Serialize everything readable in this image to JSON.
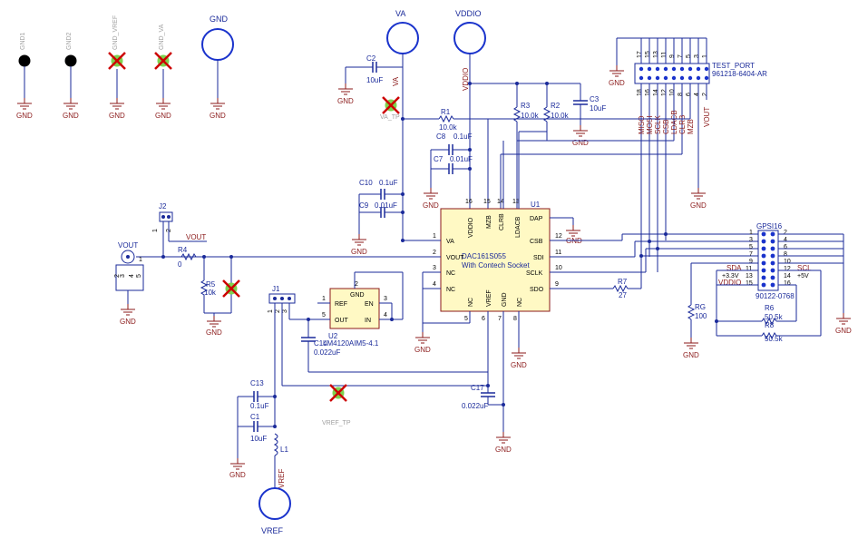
{
  "power_ports": [
    "GND",
    "VA",
    "VDDIO",
    "VREF"
  ],
  "test_points": [
    "GND1",
    "GND2",
    "GND_VREF",
    "GND_VA",
    "VA_TP",
    "VREF_TP"
  ],
  "gnd_label": "GND",
  "u1": {
    "ref": "U1",
    "name": "DAC161S055",
    "note": "With Contech Socket",
    "pins_left": [
      [
        "1",
        "VA"
      ],
      [
        "2",
        "VOUT"
      ],
      [
        "3",
        "NC"
      ],
      [
        "4",
        "NC"
      ]
    ],
    "pins_right": [
      [
        "DAP",
        ""
      ],
      [
        "12",
        "CSB"
      ],
      [
        "11",
        "SDI"
      ],
      [
        "10",
        "SCLK"
      ],
      [
        "9",
        "SDO"
      ]
    ],
    "pins_top": [
      [
        "16",
        "VDDIO"
      ],
      [
        "15",
        "MZB"
      ],
      [
        "14",
        "CLRB"
      ],
      [
        "13",
        "LDACB"
      ]
    ],
    "pins_bottom": [
      [
        "5",
        "NC"
      ],
      [
        "6",
        "VREF"
      ],
      [
        "7",
        "GND"
      ],
      [
        "8",
        "NC"
      ]
    ]
  },
  "u2": {
    "ref": "U2",
    "name": "LM4120AIM5-4.1",
    "pins": [
      [
        "2",
        "GND"
      ],
      [
        "1",
        "REF"
      ],
      [
        "5",
        "OUT"
      ],
      [
        "3",
        "EN"
      ],
      [
        "4",
        "IN"
      ]
    ]
  },
  "test_port": {
    "ref": "TEST_PORT",
    "part": "961218-6404-AR",
    "top_pins": [
      "17",
      "15",
      "13",
      "11",
      "9",
      "7",
      "5",
      "3",
      "1"
    ],
    "bottom_pins": [
      "18",
      "16",
      "14",
      "12",
      "10",
      "8",
      "6",
      "4",
      "2"
    ],
    "signals": [
      "MISO",
      "MOSI",
      "SCLK",
      "CSB",
      "LDACB",
      "CLRB",
      "MZB",
      "VOUT"
    ]
  },
  "gpsi": {
    "ref": "GPSI16",
    "part": "90122-0768",
    "left_pins": [
      "1",
      "3",
      "5",
      "7",
      "9",
      "11",
      "13",
      "15"
    ],
    "right_pins": [
      "2",
      "4",
      "6",
      "8",
      "10",
      "12",
      "14",
      "16"
    ],
    "left_labels": [
      "SDA",
      "+3.3V",
      "VDDIO"
    ],
    "right_labels": [
      "SCL",
      "+5V"
    ]
  },
  "components": [
    {
      "ref": "C2",
      "value": "10uF"
    },
    {
      "ref": "C3",
      "value": "10uF"
    },
    {
      "ref": "R1",
      "value": "10.0k"
    },
    {
      "ref": "R3",
      "value": "10.0k"
    },
    {
      "ref": "R2",
      "value": "10.0k"
    },
    {
      "ref": "C8",
      "value": "0.1uF"
    },
    {
      "ref": "C7",
      "value": "0.01uF"
    },
    {
      "ref": "C10",
      "value": "0.1uF"
    },
    {
      "ref": "C9",
      "value": "0.01uF"
    },
    {
      "ref": "J2",
      "value": ""
    },
    {
      "ref": "R4",
      "value": "0"
    },
    {
      "ref": "R5",
      "value": "10k"
    },
    {
      "ref": "J1",
      "value": ""
    },
    {
      "ref": "C14",
      "value": "0.022uF"
    },
    {
      "ref": "C13",
      "value": "0.1uF"
    },
    {
      "ref": "C1",
      "value": "10uF"
    },
    {
      "ref": "L1",
      "value": ""
    },
    {
      "ref": "C17",
      "value": "0.022uF"
    },
    {
      "ref": "R7",
      "value": "27"
    },
    {
      "ref": "RG",
      "value": "100"
    },
    {
      "ref": "R6",
      "value": "50.5k"
    },
    {
      "ref": "R8",
      "value": "50.5k"
    }
  ],
  "nets": {
    "vout": "VOUT",
    "vout_conn": "VOUT",
    "sda": "SDA",
    "scl": "SCL",
    "v33": "+3.3V",
    "v5": "+5V",
    "vddio": "VDDIO",
    "va": "VA",
    "vref": "VREF"
  },
  "j2_pins": [
    "1",
    "2"
  ],
  "j1_pins": [
    "1",
    "2",
    "3"
  ],
  "coax_pins": [
    "1",
    "2",
    "3",
    "4",
    "5"
  ],
  "colors": {
    "wire": "#1a2a9a",
    "ground": "#8b1a1a",
    "ic_fill": "#fff9c4",
    "port": "#1a33cc",
    "dnp": "#cc0000",
    "tp": "#7ed34f"
  }
}
